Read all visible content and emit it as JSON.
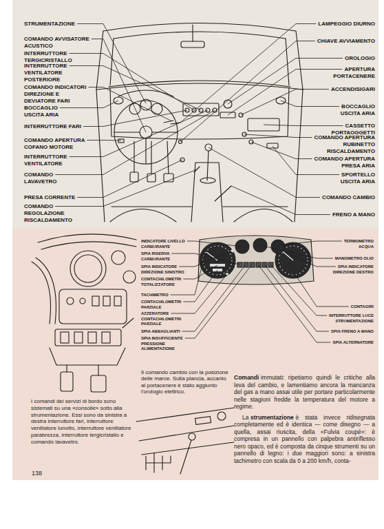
{
  "diagram": {
    "labels": [
      "STRUMENTAZIONE",
      "COMANDO AVVISATORE ACUSTICO",
      "INTERRUTTORE TERGICRISTALLO",
      "INTERRUTTORE VENTILATORE POSTERIORE",
      "COMANDO INDICATORI DIREZIONE E DEVIATORE FARI",
      "BOCCAGLIO USCITA ARIA",
      "INTERRUTTORE FARI",
      "COMANDO APERTURA COFANO MOTORE",
      "INTERRUTTORE VENTILATORE",
      "COMANDO LAVAVETRO",
      "PRESA CORRENTE",
      "COMANDO REGOLAZIONE RISCALDAMENTO",
      "LAMPEGGIO DIURNO",
      "CHIAVE AVVIAMENTO",
      "OROLOGIO",
      "APERTURA PORTACENERE",
      "ACCENDISIGARI",
      "BOCCAGLIO USCITA ARIA",
      "CASSETTO PORTAOGGETTI",
      "COMANDO APERTURA RUBINETTO RISCALDAMENTO",
      "COMANDO APERTURA PRESA ARIA",
      "SPORTELLO USCITA ARIA",
      "COMANDO CAMBIO",
      "FRENO A MANO",
      "INDICATORE LIVELLO CARBURANTE",
      "SPIA RISERVA CARBURANTE",
      "SPIA INDICATORE DIREZIONE SINISTRO",
      "CONTACHILOMETRI TOTALIZZATORE",
      "TACHIMETRO",
      "CONTACHILOMETRI PARZIALE",
      "AZZERATORE CONTACHILOMETRI PARZIALE",
      "SPIA ABBAGLIANTI",
      "SPIA INSUFFICIENTE PRESSIONE ALIMENTAZIONE",
      "TERMOMETRO ACQUA",
      "MANOMETRO OLIO",
      "SPIA INDICATORE DIREZIONE DESTRO",
      "CONTAGIRI",
      "INTERRUTTORE LUCE STRUMENTAZIONE",
      "SPIA FRENO A MANO",
      "SPIA ALTERNATORE",
      "I comandi dei servizi di bordo sono sistemati su una «consolle» sotto alla strumentazione. Essi sono da sinistra a destra interruttore fari, interruttore ventilatore lunotto, interruttore ventilatore parabrezza, interruttore tergicristallo e comando lavavetro.",
      "Il comando cambio con la posizione delle marce. Sulla plancia, accanto al portacenere è stato aggiunto l'orologio elettrico.",
      "Comandi",
      "immutati: ripetiamo quindi le critiche alla leva del cambio, e lamentiamo ancora la mancanza del gas a mano assai utile per portare particolarmente nelle stagioni fredde la temperatura del motore a regime.",
      "La",
      "strumentazione",
      "è stata invece ridisegnata completamente ed è identica — come disegno — a quella, assai riuscita, della «Fulvia coupé»: è compresa in un pannello con palpebra antiriflesso nero opaco, ed è composta da cinque strumenti su un pannello di legno: i due maggiori sono: a sinistra tachimetro con scala da 0 a 200 km/h, conta-",
      "138"
    ]
  }
}
